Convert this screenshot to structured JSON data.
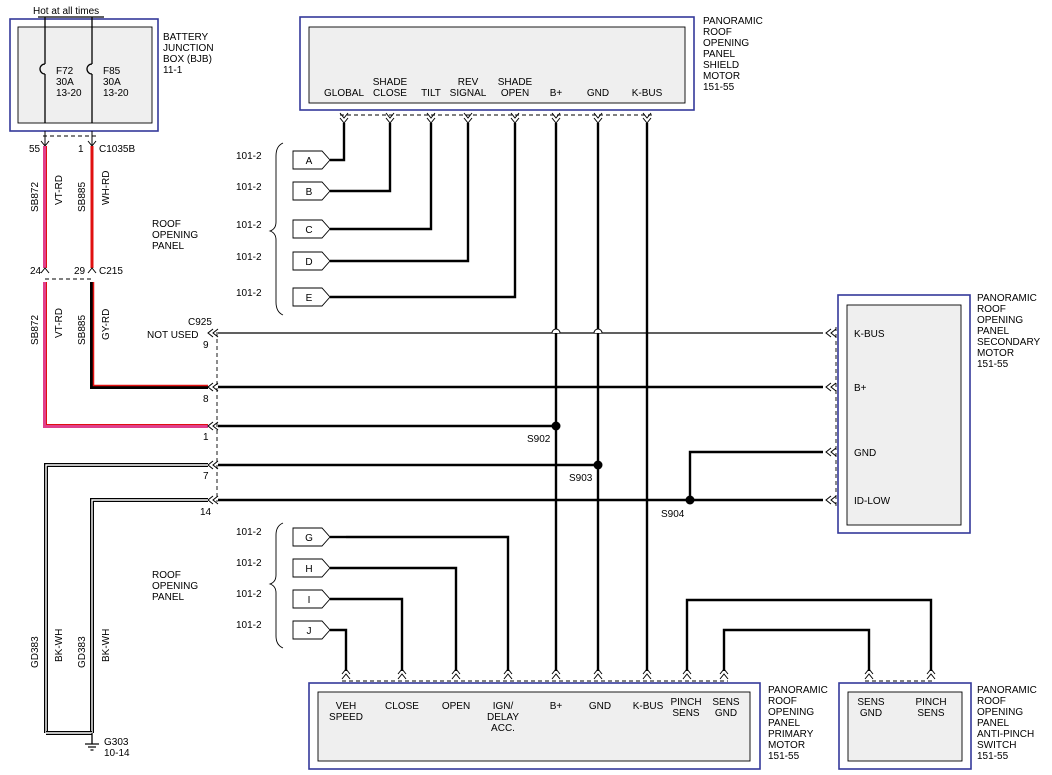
{
  "top_note": "Hot at all times",
  "bjb": {
    "label": [
      "BATTERY",
      "JUNCTION",
      "BOX (BJB)",
      "11-1"
    ],
    "fuses": [
      {
        "id": "F72",
        "rating": "30A",
        "ref": "13-20"
      },
      {
        "id": "F85",
        "rating": "30A",
        "ref": "13-20"
      }
    ]
  },
  "shield_motor": {
    "label": [
      "PANORAMIC",
      "ROOF",
      "OPENING",
      "PANEL",
      "SHIELD",
      "MOTOR",
      "151-55"
    ],
    "pins": [
      [
        "GLOBAL"
      ],
      [
        "SHADE",
        "CLOSE"
      ],
      [
        "TILT"
      ],
      [
        "REV",
        "SIGNAL"
      ],
      [
        "SHADE",
        "OPEN"
      ],
      [
        "B+"
      ],
      [
        "GND"
      ],
      [
        "K-BUS"
      ]
    ]
  },
  "secondary_motor": {
    "label": [
      "PANORAMIC",
      "ROOF",
      "OPENING",
      "PANEL",
      "SECONDARY",
      "MOTOR",
      "151-55"
    ],
    "pins": [
      "K-BUS",
      "B+",
      "GND",
      "ID-LOW"
    ]
  },
  "primary_motor": {
    "label": [
      "PANORAMIC",
      "ROOF",
      "OPENING",
      "PANEL",
      "PRIMARY",
      "MOTOR",
      "151-55"
    ],
    "pins": [
      [
        "VEH",
        "SPEED"
      ],
      [
        "CLOSE"
      ],
      [
        "OPEN"
      ],
      [
        "IGN/",
        "DELAY",
        "ACC."
      ],
      [
        "B+"
      ],
      [
        "GND"
      ],
      [
        "K-BUS"
      ],
      [
        "PINCH",
        "SENS"
      ],
      [
        "SENS",
        "GND"
      ]
    ]
  },
  "anti_pinch": {
    "label": [
      "PANORAMIC",
      "ROOF",
      "OPENING",
      "PANEL",
      "ANTI-PINCH",
      "SWITCH",
      "151-55"
    ],
    "pins": [
      [
        "SENS",
        "GND"
      ],
      [
        "PINCH",
        "SENS"
      ]
    ]
  },
  "connectors": {
    "c1035b": {
      "name": "C1035B",
      "pins": [
        "55",
        "1"
      ]
    },
    "c215": {
      "name": "C215",
      "pins": [
        "24",
        "29"
      ]
    },
    "c925": {
      "name": "C925",
      "not_used": "NOT USED",
      "pins": [
        "9",
        "8",
        "1",
        "7",
        "14"
      ]
    }
  },
  "wires": {
    "upper_left": {
      "circuit": "SB872",
      "color": "VT-RD"
    },
    "upper_right": {
      "circuit": "SB885",
      "color": "WH-RD"
    },
    "mid_left": {
      "circuit": "SB872",
      "color": "VT-RD"
    },
    "mid_right": {
      "circuit": "SB885",
      "color": "GY-RD"
    },
    "gnd_left": {
      "circuit": "GD383",
      "color": "BK-WH"
    },
    "gnd_right": {
      "circuit": "GD383",
      "color": "BK-WH"
    }
  },
  "splices": [
    "S902",
    "S903",
    "S904"
  ],
  "ground": {
    "id": "G303",
    "ref": "10-14"
  },
  "roof_panel_label": [
    "ROOF",
    "OPENING",
    "PANEL"
  ],
  "page_refs": {
    "upper": [
      {
        "ref": "101-2",
        "tag": "A"
      },
      {
        "ref": "101-2",
        "tag": "B"
      },
      {
        "ref": "101-2",
        "tag": "C"
      },
      {
        "ref": "101-2",
        "tag": "D"
      },
      {
        "ref": "101-2",
        "tag": "E"
      }
    ],
    "lower": [
      {
        "ref": "101-2",
        "tag": "G"
      },
      {
        "ref": "101-2",
        "tag": "H"
      },
      {
        "ref": "101-2",
        "tag": "I"
      },
      {
        "ref": "101-2",
        "tag": "J"
      }
    ]
  },
  "colors": {
    "box_border": "#34399a",
    "box_fill": "#efefef",
    "wire_violet": "#e0408c",
    "wire_red": "#e01010",
    "wire_black": "#000000"
  }
}
